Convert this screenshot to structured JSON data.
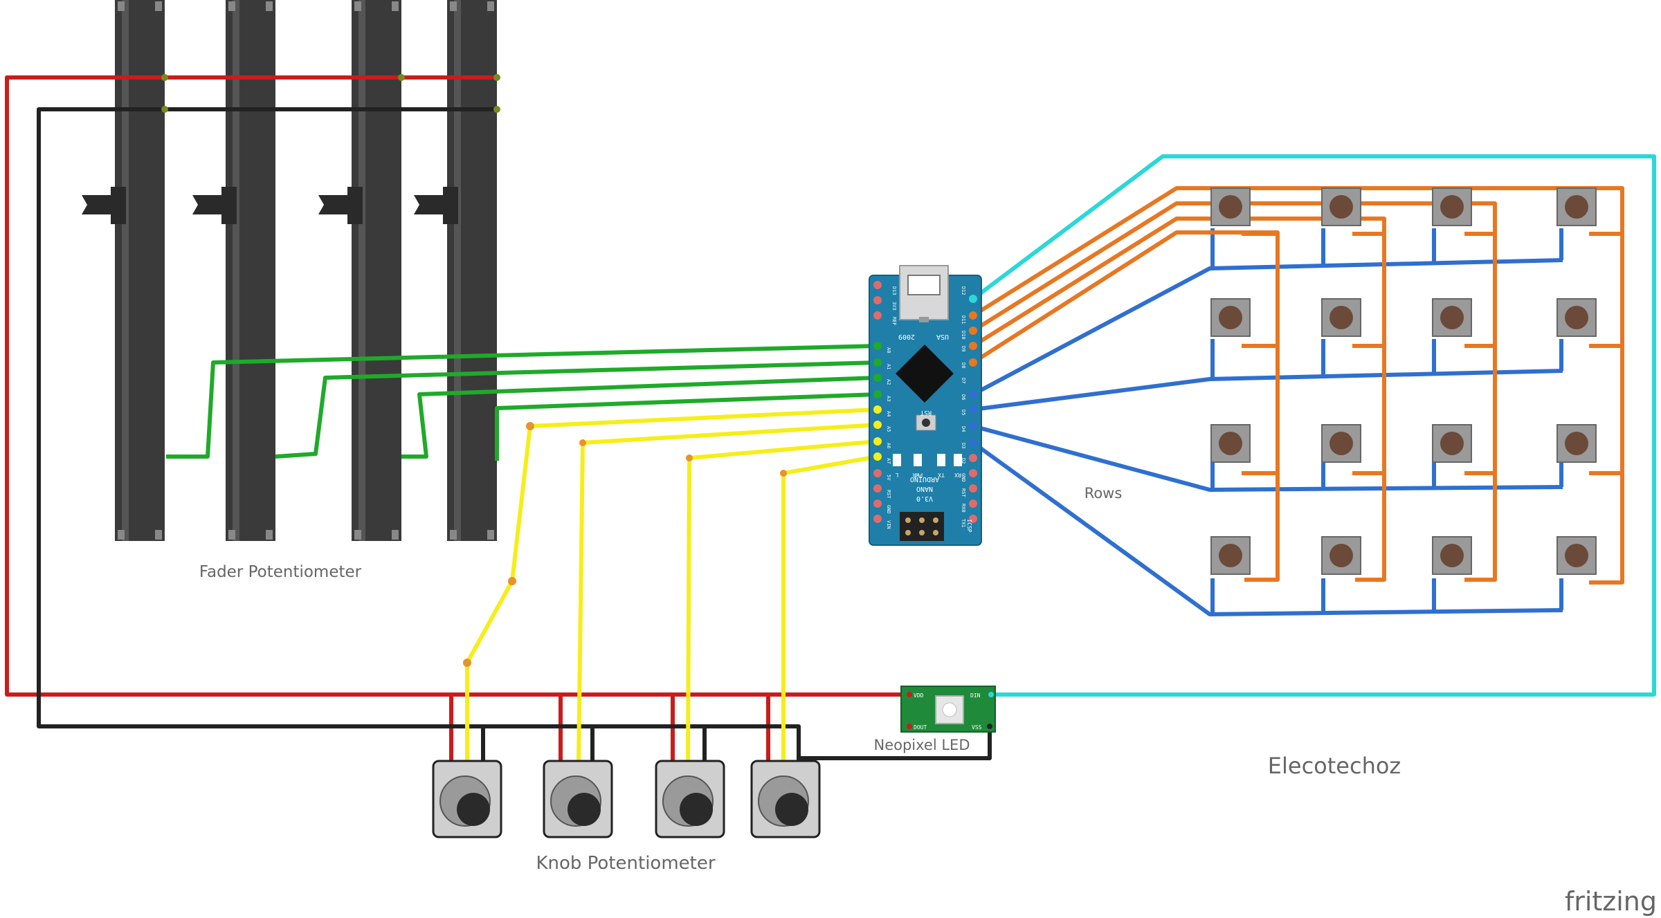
{
  "labels": {
    "fader": "Fader Potentiometer",
    "knob": "Knob Potentiometer",
    "neopixel": "Neopixel LED",
    "rows": "Rows",
    "brand": "Elecotechoz",
    "watermark": "fritzing"
  },
  "arduino": {
    "model_line1": "ARDUINO",
    "model_line2": "NANO",
    "version": "V3.0",
    "year": "2009",
    "country": "USA",
    "reset_label": "RST",
    "led_labels": [
      "L",
      "PWR",
      "TX",
      "RX"
    ],
    "left_pins": [
      "D12",
      "D11",
      "D10",
      "D9",
      "D8",
      "D7",
      "D6",
      "D5",
      "D4",
      "D3",
      "D2",
      "GND",
      "RST",
      "RX0",
      "TX1"
    ],
    "right_pins": [
      "D13",
      "3V3",
      "REF",
      "A0",
      "A1",
      "A2",
      "A3",
      "A4",
      "A5",
      "A6",
      "A7",
      "5V",
      "RST",
      "GND",
      "VIN"
    ],
    "icsp_label": "ICSP"
  },
  "neopixel_pins": [
    "VDD",
    "DIN",
    "DOUT",
    "VSS"
  ],
  "colors": {
    "power": "#cc1b1b",
    "ground": "#222222",
    "fader_signal": "#1faa2a",
    "knob_signal": "#f5ee1a",
    "columns": "#e87722",
    "rows": "#2f6fd0",
    "led_data": "#2ad8d8",
    "arduino_board": "#1f7fa8"
  },
  "counts": {
    "faders": 4,
    "knobs": 4,
    "buttons_per_row": 4,
    "button_rows": 4
  }
}
